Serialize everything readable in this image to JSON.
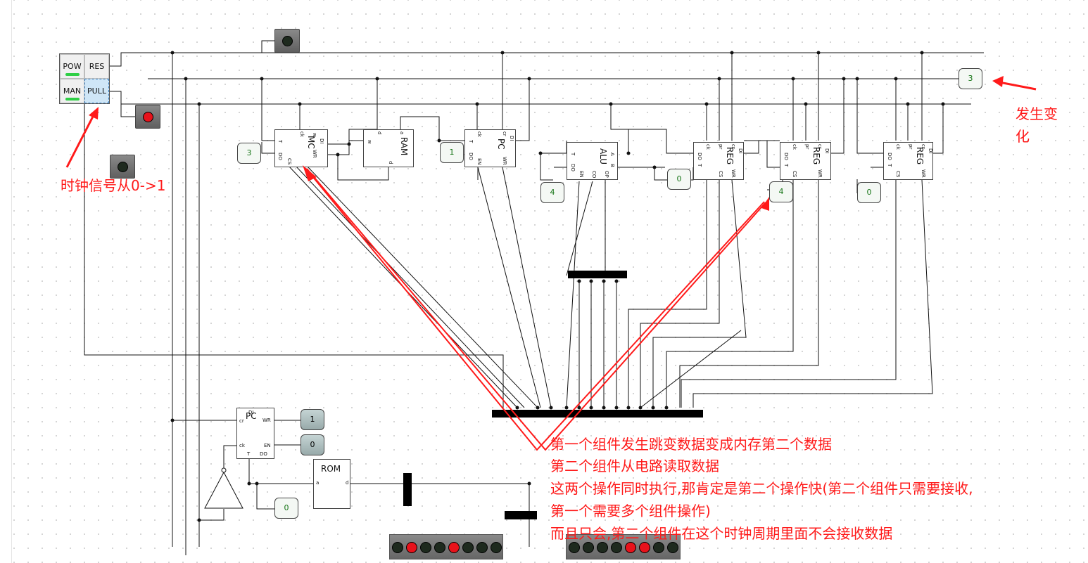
{
  "control_panel": {
    "pow_label": "POW",
    "res_label": "RES",
    "man_label": "MAN",
    "pull_label": "PULL"
  },
  "components": {
    "mc": {
      "title": "MC",
      "pin_ck": "ck",
      "pin_t": "T",
      "pin_do": "DO",
      "pin_cs": "CS",
      "pin_di": "DI",
      "pin_w": "w",
      "pin_wr": "WR"
    },
    "ram": {
      "title": "RAM",
      "pin_d_left": "d",
      "pin_w": "w",
      "pin_a": "a",
      "pin_d_right": "d"
    },
    "pc_top": {
      "title": "PC",
      "pin_ck": "ck",
      "pin_t": "T",
      "pin_do": "DO",
      "pin_en": "EN",
      "pin_cr": "cr",
      "pin_di": "DI",
      "pin_wr": "WR"
    },
    "alu": {
      "title": "ALU",
      "pin_t": "T",
      "pin_do": "DO",
      "pin_en": "EN",
      "pin_co": "CO",
      "pin_a": "A",
      "pin_b": "B",
      "pin_op": "OP"
    },
    "reg1": {
      "title": "REG",
      "pin_ck": "ck",
      "pin_do": "DO",
      "pin_t": "T",
      "pin_pr": "pr",
      "pin_cs": "CS",
      "pin_cr": "cr",
      "pin_di": "DI",
      "pin_wr": "WR"
    },
    "reg2": {
      "title": "REG",
      "pin_ck": "ck",
      "pin_do": "DO",
      "pin_t": "T",
      "pin_pr": "pr",
      "pin_cs": "CS",
      "pin_cr": "cr",
      "pin_di": "DI",
      "pin_wr": "WR"
    },
    "reg3": {
      "title": "REG",
      "pin_ck": "ck",
      "pin_do": "DO",
      "pin_t": "T",
      "pin_pr": "pr",
      "pin_cs": "CS",
      "pin_cr": "cr",
      "pin_di": "DI",
      "pin_wr": "WR"
    },
    "pc_bottom": {
      "title": "PC",
      "pin_di": "DI",
      "pin_cr": "cr",
      "pin_wr": "WR",
      "pin_ck": "ck",
      "pin_en": "EN",
      "pin_t": "T",
      "pin_do": "DO"
    },
    "rom": {
      "title": "ROM",
      "pin_a": "a",
      "pin_d": "d"
    }
  },
  "displays": {
    "d_mc": "3",
    "d_pc": "1",
    "d_alu": "4",
    "d_reg1": "0",
    "d_reg2": "4",
    "d_reg3": "0",
    "d_top_right": "3",
    "d_pc_bottom_1": "1",
    "d_pc_bottom_2": "0",
    "d_rom": "0"
  },
  "led_rows": {
    "left": [
      false,
      true,
      false,
      false,
      true,
      false,
      false,
      false
    ],
    "right": [
      false,
      false,
      false,
      false,
      true,
      true,
      false,
      false
    ]
  },
  "colors": {
    "annotation": "#ff1a1a",
    "led_red": "#e8121b",
    "led_off": "#1e2a1e",
    "power_green": "#2fcf45"
  },
  "annotations": {
    "clock_label": "时钟信号从0->1",
    "change_label_line1": "发生变",
    "change_label_line2": "化",
    "explanation": [
      "第一个组件发生跳变数据变成内存第二个数据",
      "第二个组件从电路读取数据",
      "这两个操作同时执行,那肯定是第二个操作快(第二个组件只需要接收,",
      "第一个需要多个组件操作)",
      "而且只会,第二个组件在这个时钟周期里面不会接收数据"
    ]
  }
}
